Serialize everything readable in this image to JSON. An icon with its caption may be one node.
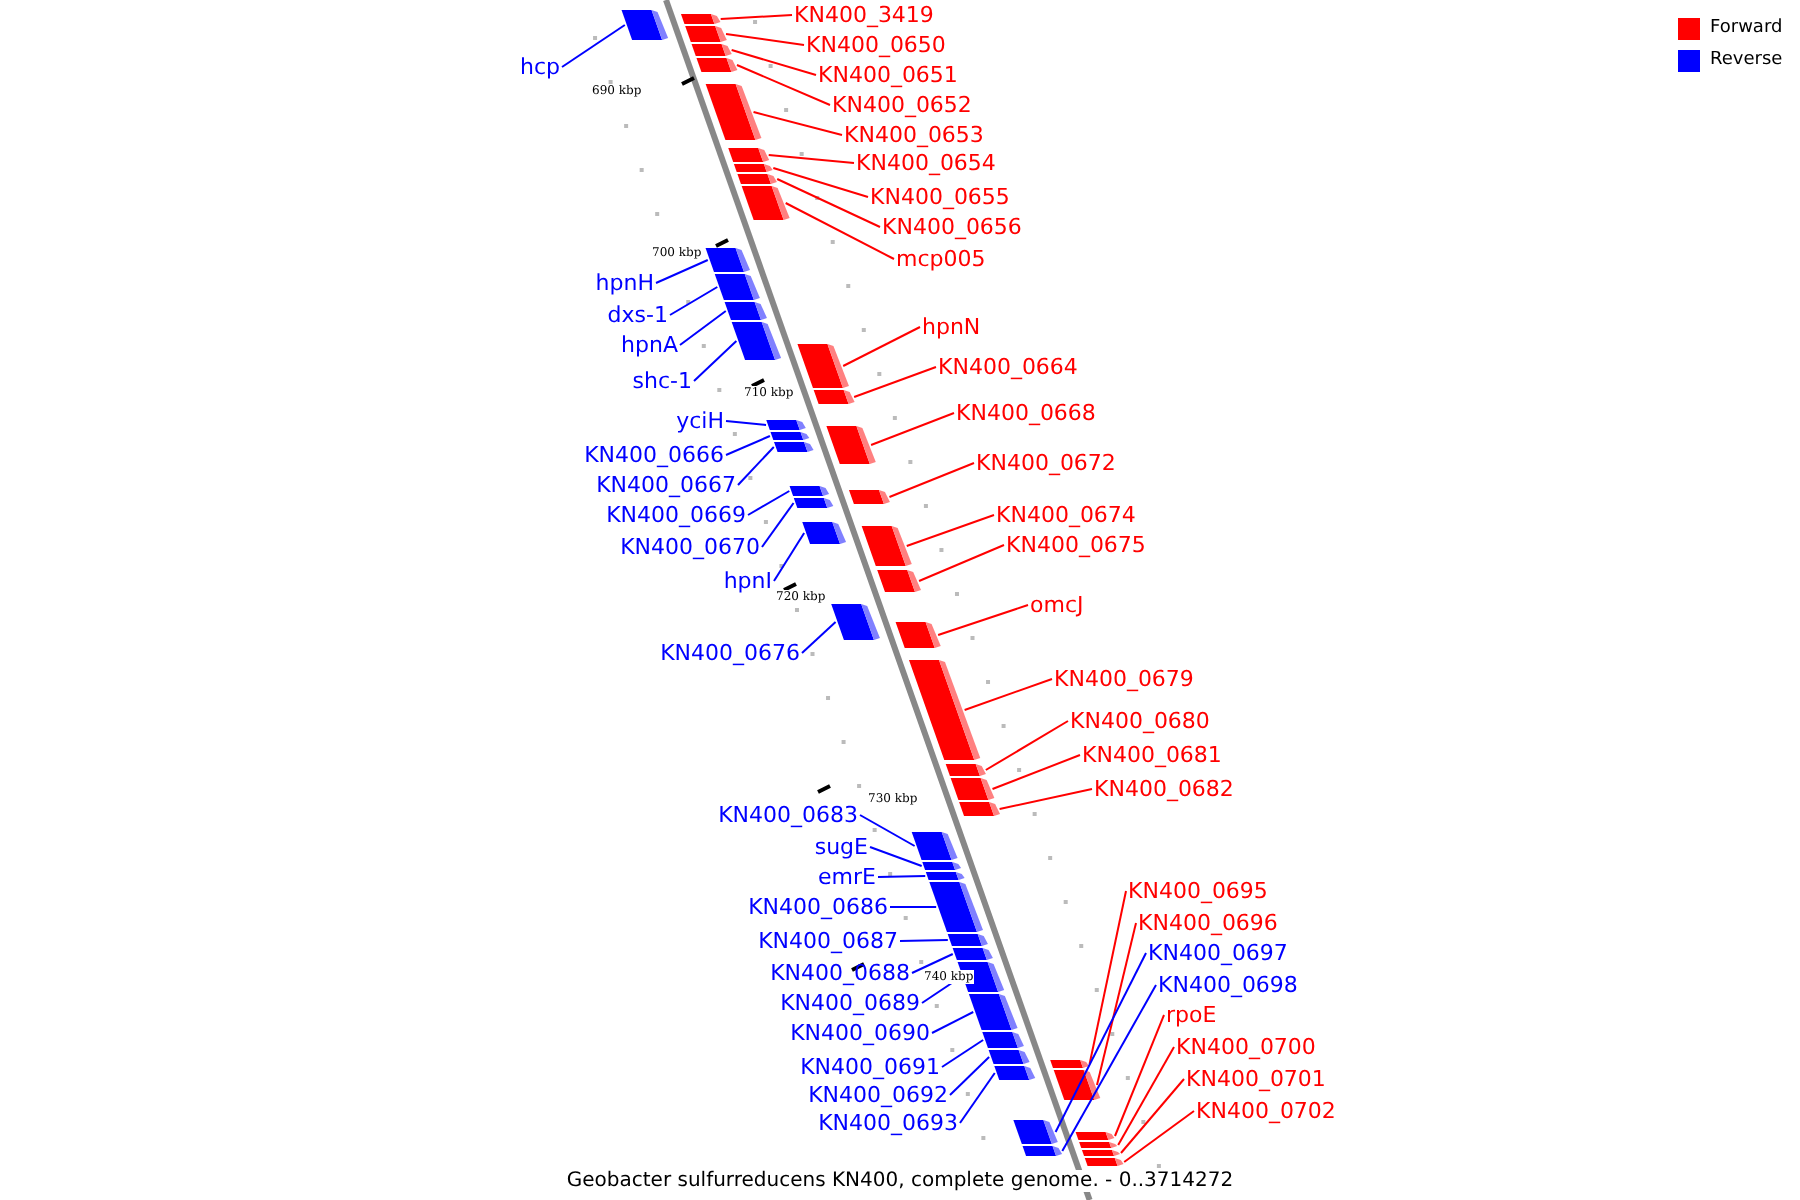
{
  "diagram": {
    "caption": "Geobacter sulfurreducens KN400, complete genome. - 0..3714272",
    "nodes": [
      {
        "text": [
          "KN400_3419"
        ]
      },
      {
        "text": [
          "KN400_0650"
        ]
      },
      {
        "text": [
          "hcp"
        ]
      },
      {
        "text": [
          "KN400_0651"
        ]
      },
      {
        "text": [
          "KN400_0652"
        ]
      },
      {
        "text": [
          "KN400_0653"
        ]
      },
      {
        "text": [
          "KN400_0654"
        ]
      },
      {
        "text": [
          "KN400_0655"
        ]
      },
      {
        "text": [
          "KN400_0656"
        ]
      },
      {
        "text": [
          "mcp005"
        ]
      },
      {
        "text": [
          "hpnH"
        ]
      },
      {
        "text": [
          "dxs-1"
        ]
      },
      {
        "text": [
          "hpnN"
        ]
      },
      {
        "text": [
          "hpnA"
        ]
      },
      {
        "text": [
          "KN400_0664"
        ]
      },
      {
        "text": [
          "shc-1"
        ]
      },
      {
        "text": [
          "KN400_0668"
        ]
      },
      {
        "text": [
          "yciH"
        ]
      },
      {
        "text": [
          "KN400_0666"
        ]
      },
      {
        "text": [
          "KN400_0672"
        ]
      },
      {
        "text": [
          "KN400_0667"
        ]
      },
      {
        "text": [
          "KN400_0669"
        ]
      },
      {
        "text": [
          "KN400_0674"
        ]
      },
      {
        "text": [
          "KN400_0675"
        ]
      },
      {
        "text": [
          "KN400_0670"
        ]
      },
      {
        "text": [
          "hpnI"
        ]
      },
      {
        "text": [
          "omcJ"
        ]
      },
      {
        "text": [
          "KN400_0676"
        ]
      },
      {
        "text": [
          "KN400_0679"
        ]
      },
      {
        "text": [
          "KN400_0680"
        ]
      },
      {
        "text": [
          "KN400_0681"
        ]
      },
      {
        "text": [
          "KN400_0682"
        ]
      },
      {
        "text": [
          "KN400_0683"
        ]
      },
      {
        "text": [
          "sugE"
        ]
      },
      {
        "text": [
          "emrE"
        ]
      },
      {
        "text": [
          "KN400_0695"
        ]
      },
      {
        "text": [
          "KN400_0686"
        ]
      },
      {
        "text": [
          "KN400_0696"
        ]
      },
      {
        "text": [
          "KN400_0687"
        ]
      },
      {
        "text": [
          "KN400_0697"
        ]
      },
      {
        "text": [
          "KN400_0688"
        ]
      },
      {
        "text": [
          "KN400_0698"
        ]
      },
      {
        "text": [
          "KN400_0689"
        ]
      },
      {
        "text": [
          "rpoE"
        ]
      },
      {
        "text": [
          "KN400_0690"
        ]
      },
      {
        "text": [
          "KN400_0700"
        ]
      },
      {
        "text": [
          "KN400_0691"
        ]
      },
      {
        "text": [
          "KN400_0701"
        ]
      },
      {
        "text": [
          "KN400_0692"
        ]
      },
      {
        "text": [
          "KN400_0702"
        ]
      },
      {
        "text": [
          "KN400_0693"
        ]
      },
      {
        "text": [],
        "shape": "bar"
      },
      {
        "text": [],
        "shape": "bar"
      },
      {
        "text": [],
        "shape": "bar"
      },
      {
        "text": [],
        "shape": "bar"
      },
      {
        "text": [],
        "shape": "bar"
      },
      {
        "text": [],
        "shape": "bar"
      },
      {
        "text": [],
        "shape": "bar"
      },
      {
        "text": [],
        "shape": "bar"
      },
      {
        "text": [],
        "shape": "bar"
      },
      {
        "text": [],
        "shape": "bar"
      },
      {
        "text": [],
        "shape": "bar"
      },
      {
        "text": [],
        "shape": "bar"
      },
      {
        "text": [],
        "shape": "bar"
      },
      {
        "text": [],
        "shape": "bar"
      },
      {
        "text": [],
        "shape": "bar"
      },
      {
        "text": [],
        "shape": "bar"
      },
      {
        "text": [],
        "shape": "bar"
      },
      {
        "text": [],
        "shape": "bar"
      },
      {
        "text": [],
        "shape": "bar"
      },
      {
        "text": [],
        "shape": "bar"
      },
      {
        "text": [],
        "shape": "bar"
      },
      {
        "text": [],
        "shape": "bar"
      },
      {
        "text": [],
        "shape": "bar"
      },
      {
        "text": [],
        "shape": "bar"
      },
      {
        "text": [],
        "shape": "bar"
      },
      {
        "text": [],
        "shape": "bar"
      },
      {
        "text": [],
        "shape": "bar"
      },
      {
        "text": [],
        "shape": "bar"
      },
      {
        "text": [],
        "shape": "bar"
      },
      {
        "text": [],
        "shape": "bar"
      },
      {
        "text": [],
        "shape": "bar"
      },
      {
        "text": [],
        "shape": "bar"
      },
      {
        "text": [],
        "shape": "bar"
      },
      {
        "text": [],
        "shape": "bar"
      },
      {
        "text": [],
        "shape": "bar"
      },
      {
        "text": [],
        "shape": "bar"
      },
      {
        "text": [],
        "shape": "bar"
      },
      {
        "text": [],
        "shape": "bar"
      },
      {
        "text": [],
        "shape": "bar"
      },
      {
        "text": [],
        "shape": "bar"
      },
      {
        "text": [],
        "shape": "bar"
      },
      {
        "text": [],
        "shape": "bar"
      },
      {
        "text": [],
        "shape": "bar"
      },
      {
        "text": [],
        "shape": "bar"
      },
      {
        "text": [],
        "shape": "bar"
      },
      {
        "text": [],
        "shape": "bar"
      },
      {
        "text": [],
        "shape": "bar"
      },
      {
        "text": [],
        "shape": "bar"
      },
      {
        "text": [],
        "shape": "bar"
      },
      {
        "text": [],
        "shape": "bar"
      },
      {
        "text": [],
        "shape": "bar"
      }
    ],
    "edges": [
      {
        "from": 0,
        "to": 51,
        "arrow": "none"
      },
      {
        "from": 1,
        "to": 52,
        "arrow": "none"
      },
      {
        "from": 2,
        "to": 53,
        "arrow": "none",
        "color": "#0000ff"
      },
      {
        "from": 3,
        "to": 54,
        "arrow": "none"
      },
      {
        "from": 4,
        "to": 55,
        "arrow": "none"
      },
      {
        "from": 5,
        "to": 56,
        "arrow": "none"
      },
      {
        "from": 6,
        "to": 57,
        "arrow": "none"
      },
      {
        "from": 7,
        "to": 58,
        "arrow": "none"
      },
      {
        "from": 8,
        "to": 59,
        "arrow": "none"
      },
      {
        "from": 9,
        "to": 60,
        "arrow": "none"
      },
      {
        "from": 10,
        "to": 61,
        "arrow": "none",
        "color": "#0000ff"
      },
      {
        "from": 11,
        "to": 62,
        "arrow": "none",
        "color": "#0000ff"
      },
      {
        "from": 12,
        "to": 63,
        "arrow": "none"
      },
      {
        "from": 13,
        "to": 64,
        "arrow": "none",
        "color": "#0000ff"
      },
      {
        "from": 14,
        "to": 65,
        "arrow": "none"
      },
      {
        "from": 15,
        "to": 66,
        "arrow": "none",
        "color": "#0000ff"
      },
      {
        "from": 16,
        "to": 67,
        "arrow": "none"
      },
      {
        "from": 17,
        "to": 68,
        "arrow": "none",
        "color": "#0000ff"
      },
      {
        "from": 18,
        "to": 69,
        "arrow": "none",
        "color": "#0000ff"
      },
      {
        "from": 19,
        "to": 70,
        "arrow": "none"
      },
      {
        "from": 20,
        "to": 71,
        "arrow": "none",
        "color": "#0000ff"
      },
      {
        "from": 21,
        "to": 72,
        "arrow": "none",
        "color": "#0000ff"
      },
      {
        "from": 22,
        "to": 73,
        "arrow": "none"
      },
      {
        "from": 23,
        "to": 74,
        "arrow": "none"
      },
      {
        "from": 24,
        "to": 75,
        "arrow": "none",
        "color": "#0000ff"
      },
      {
        "from": 25,
        "to": 76,
        "arrow": "none",
        "color": "#0000ff"
      },
      {
        "from": 26,
        "to": 77,
        "arrow": "none"
      },
      {
        "from": 27,
        "to": 78,
        "arrow": "none",
        "color": "#0000ff"
      },
      {
        "from": 28,
        "to": 79,
        "arrow": "none"
      },
      {
        "from": 29,
        "to": 80,
        "arrow": "none"
      },
      {
        "from": 30,
        "to": 81,
        "arrow": "none"
      },
      {
        "from": 31,
        "to": 82,
        "arrow": "none"
      },
      {
        "from": 32,
        "to": 83,
        "arrow": "none",
        "color": "#0000ff"
      },
      {
        "from": 33,
        "to": 84,
        "arrow": "none",
        "color": "#0000ff"
      },
      {
        "from": 34,
        "to": 85,
        "arrow": "none",
        "color": "#0000ff"
      },
      {
        "from": 35,
        "to": 86,
        "arrow": "none"
      },
      {
        "from": 36,
        "to": 87,
        "arrow": "none",
        "color": "#0000ff"
      },
      {
        "from": 37,
        "to": 88,
        "arrow": "none"
      },
      {
        "from": 38,
        "to": 89,
        "arrow": "none",
        "color": "#0000ff"
      },
      {
        "from": 39,
        "to": 90,
        "arrow": "none",
        "color": "#0000ff"
      },
      {
        "from": 40,
        "to": 91,
        "arrow": "none",
        "color": "#0000ff"
      },
      {
        "from": 41,
        "to": 92,
        "arrow": "none",
        "color": "#0000ff"
      },
      {
        "from": 42,
        "to": 93,
        "arrow": "none",
        "color": "#0000ff"
      },
      {
        "from": 43,
        "to": 94,
        "arrow": "none"
      },
      {
        "from": 44,
        "to": 95,
        "arrow": "none",
        "color": "#0000ff"
      },
      {
        "from": 45,
        "to": 96,
        "arrow": "none"
      },
      {
        "from": 46,
        "to": 97,
        "arrow": "none",
        "color": "#0000ff"
      },
      {
        "from": 47,
        "to": 98,
        "arrow": "none"
      },
      {
        "from": 48,
        "to": 99,
        "arrow": "none",
        "color": "#0000ff"
      },
      {
        "from": 49,
        "to": 100,
        "arrow": "none"
      },
      {
        "from": 50,
        "to": 101,
        "arrow": "none",
        "color": "#0000ff"
      }
    ],
    "labels": [
      "690 kbp",
      "700 kbp",
      "710 kbp",
      "720 kbp",
      "730 kbp",
      "740 kbp"
    ],
    "legend": [
      {
        "text": "Forward",
        "color": "#ff0000"
      },
      {
        "text": "Reverse",
        "color": "#0000ff"
      }
    ]
  }
}
